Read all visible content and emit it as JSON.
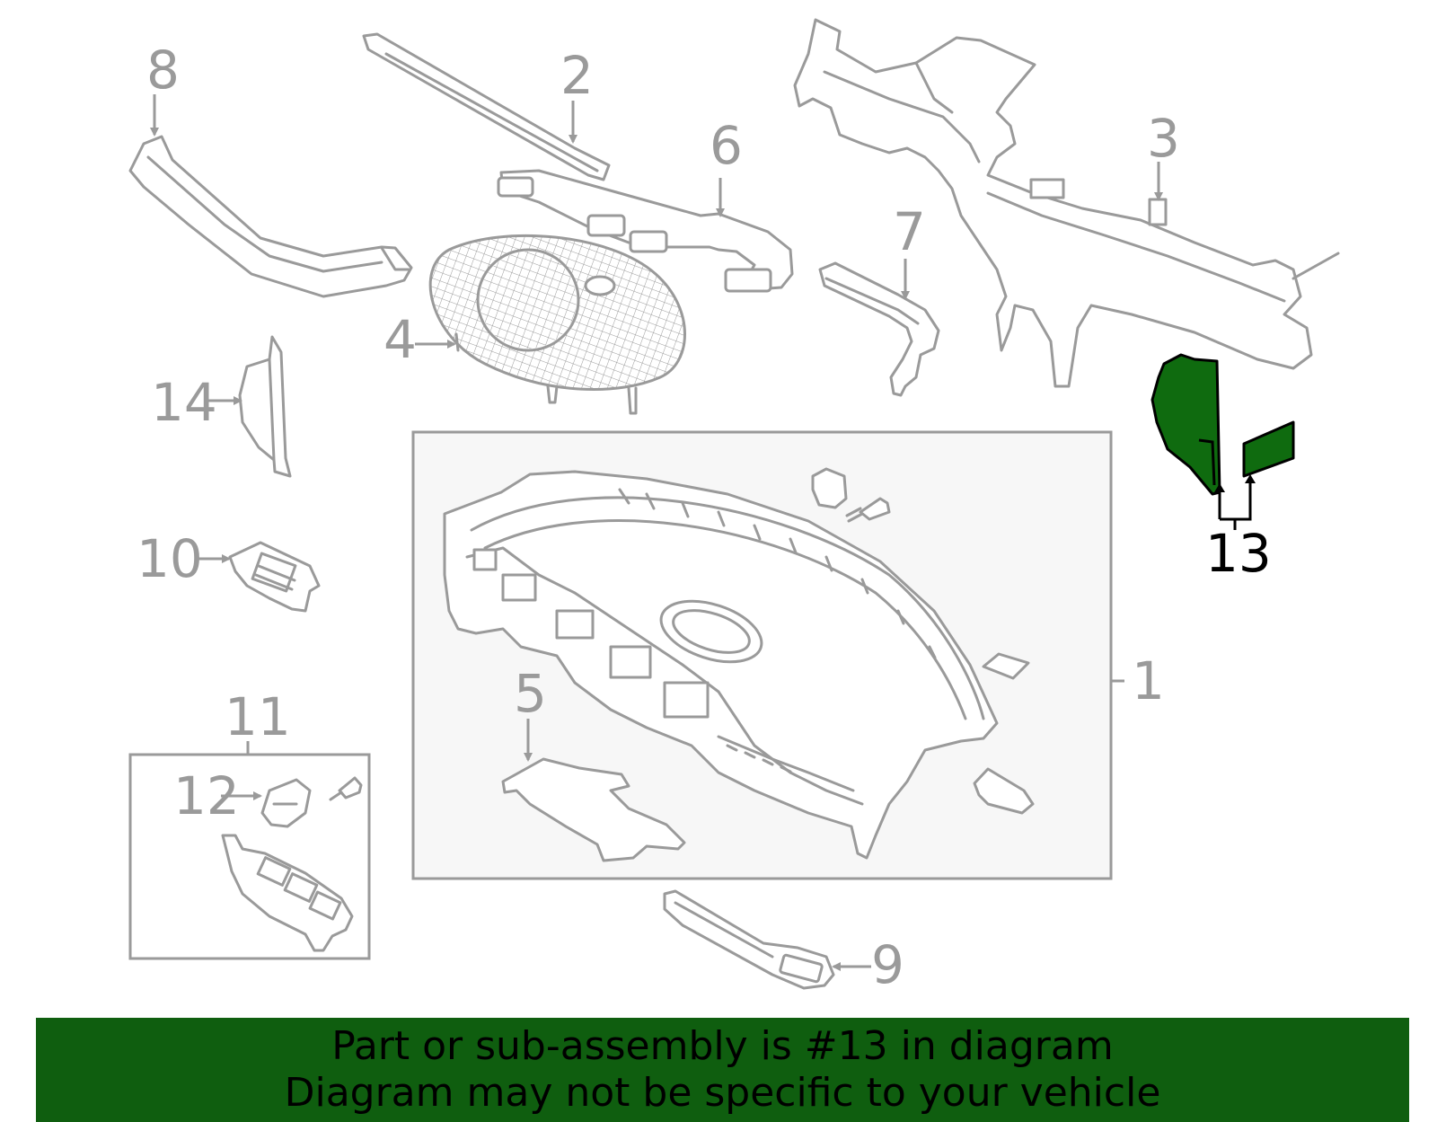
{
  "callouts": {
    "c1": "1",
    "c2": "2",
    "c3": "3",
    "c4": "4",
    "c5": "5",
    "c6": "6",
    "c7": "7",
    "c8": "8",
    "c9": "9",
    "c10": "10",
    "c11": "11",
    "c12": "12",
    "c13": "13",
    "c14": "14"
  },
  "highlight_part": "13",
  "colors": {
    "highlight_fill": "#0f6b0f",
    "banner_bg": "#0f5e0f",
    "line_gray": "#9a9a9a",
    "panel_bg": "#f7f7f7"
  },
  "banner": {
    "line1": "Part or sub-assembly is #13 in diagram",
    "line2": "Diagram may not be specific to your vehicle"
  }
}
